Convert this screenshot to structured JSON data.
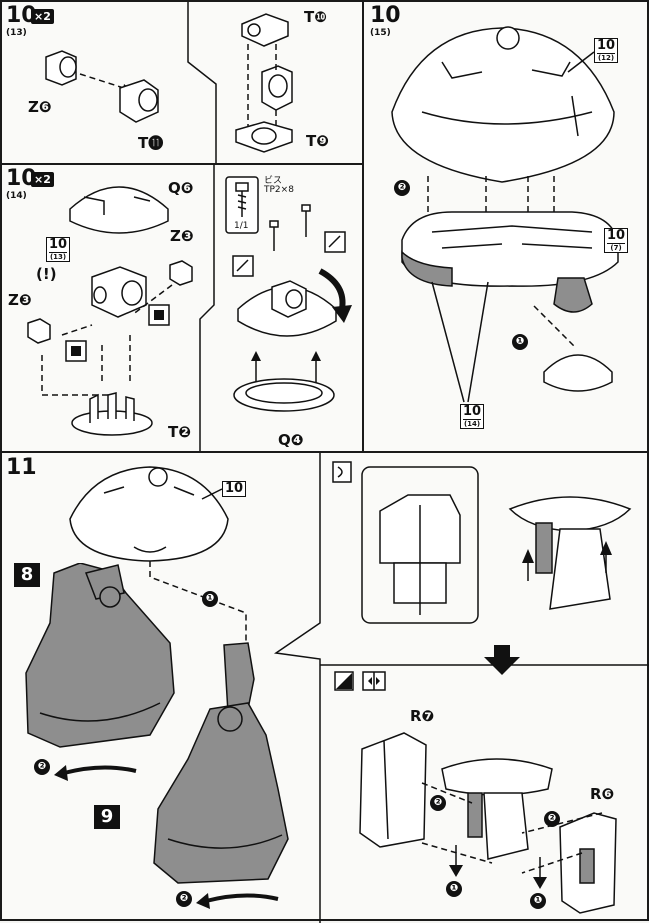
{
  "steps": {
    "s10a": {
      "num": "10",
      "sub": "(13)",
      "qty": "×2",
      "parts": {
        "z6": "Z❻",
        "t11": "T⓫",
        "t10": "T❿",
        "t9": "T❾"
      }
    },
    "s10b": {
      "num": "10",
      "sub": "(14)",
      "qty": "×2",
      "parts": {
        "q6": "Q❻",
        "z3a": "Z❸",
        "z3b": "Z❸",
        "t2": "T❷",
        "q4": "Q❹"
      },
      "ref_num": "10",
      "ref_sub": "(13)",
      "warn": "(!)",
      "screw_label": "ビス",
      "screw_spec": "TP2×8",
      "screw_count": "1/1"
    },
    "s10c": {
      "num": "10",
      "sub": "(15)",
      "ref1_num": "10",
      "ref1_sub": "(12)",
      "ref2_num": "10",
      "ref2_sub": "(7)",
      "ref3_num": "10",
      "ref3_sub": "(14)",
      "bubble1": "❶",
      "bubble2": "❷"
    },
    "s11": {
      "num": "11",
      "ref10": "10",
      "ref8": "8",
      "ref9": "9",
      "bubble1": "❶",
      "bubble2a": "❷",
      "bubble2b": "❷",
      "r7": "R❼",
      "r6": "R❻",
      "b1a": "❶",
      "b1b": "❶",
      "b2a": "❷",
      "b2b": "❷"
    }
  }
}
